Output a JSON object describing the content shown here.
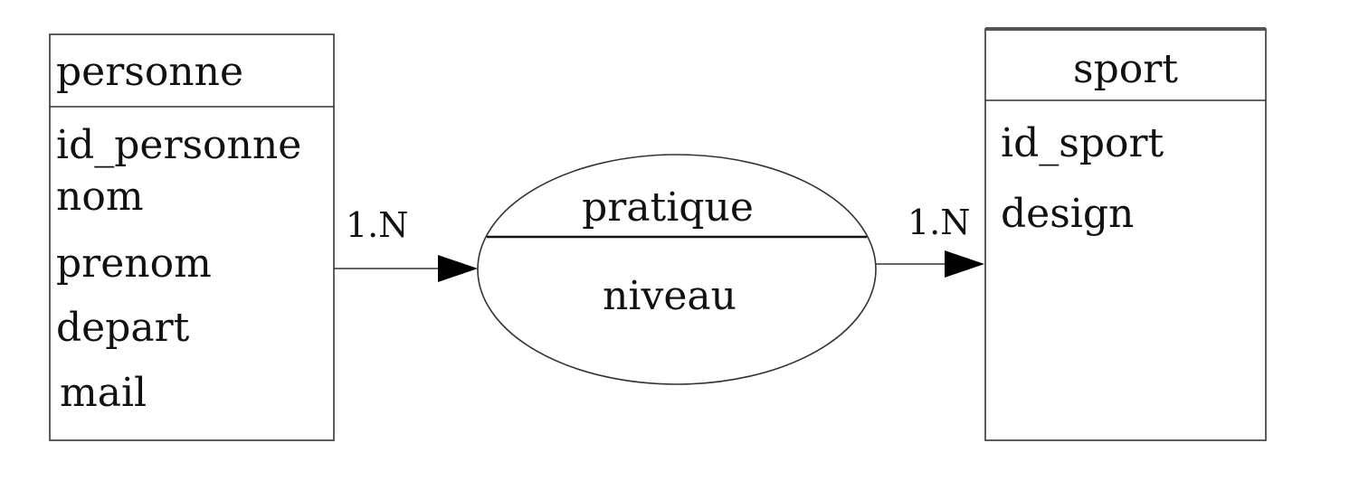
{
  "entities": [
    {
      "name": "personne",
      "attributes": [
        "id_personne",
        "nom",
        "prenom",
        "depart",
        "mail"
      ]
    },
    {
      "name": "sport",
      "attributes": [
        "id_sport",
        "design"
      ]
    }
  ],
  "association": {
    "name": "pratique",
    "attributes": [
      "niveau"
    ]
  },
  "links": [
    {
      "from": "personne",
      "to": "pratique",
      "cardinality": "1.N"
    },
    {
      "from": "pratique",
      "to": "sport",
      "cardinality": "1.N"
    }
  ]
}
